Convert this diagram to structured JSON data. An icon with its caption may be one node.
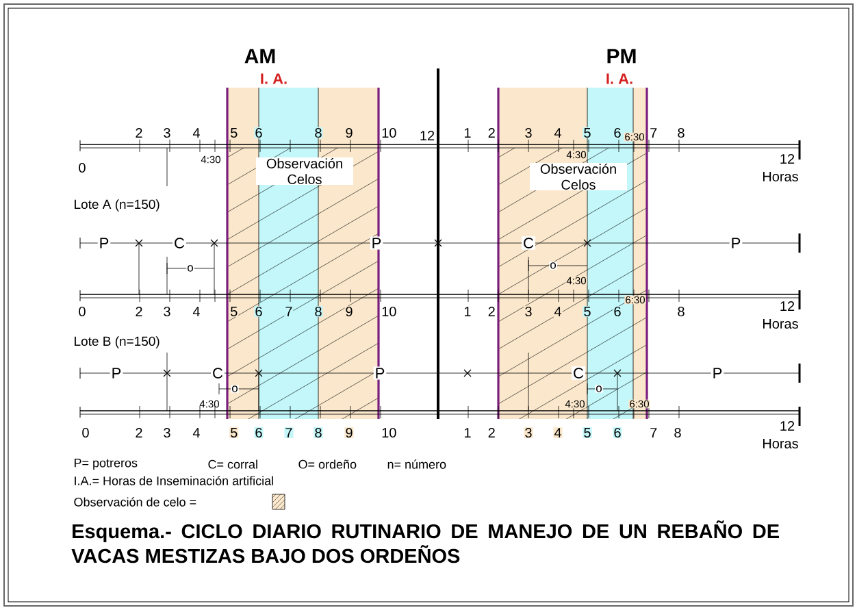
{
  "diagram": {
    "caption": "Esquema.- CICLO DIARIO RUTINARIO DE MANEJO DE UN REBAÑO DE VACAS MESTIZAS BAJO DOS ORDEÑOS",
    "labels": [
      "AM",
      "PM",
      "I. A.",
      "I. A.",
      "2",
      "3",
      "4",
      "5",
      "6",
      "8",
      "9",
      "10",
      "12",
      "1",
      "2",
      "3",
      "4",
      "5",
      "6",
      "6:30",
      "7",
      "8",
      "0",
      "4:30",
      "Observación Celos",
      "4:30",
      "Observación Celos",
      "12",
      "Horas",
      "Lote A (n=150)",
      "P",
      "C",
      "P",
      "C",
      "P",
      "o",
      "o",
      "4:30",
      "0",
      "2",
      "3",
      "4",
      "5",
      "6",
      "7",
      "8",
      "9",
      "10",
      "1",
      "2",
      "3",
      "4",
      "5",
      "6",
      "6:30",
      "8",
      "12",
      "Horas",
      "Lote B (n=150)",
      "P",
      "C",
      "P",
      "C",
      "P",
      "o",
      "o",
      "4:30",
      "4:30",
      "6:30",
      "0",
      "2",
      "3",
      "4",
      "5",
      "6",
      "7",
      "8",
      "9",
      "10",
      "1",
      "2",
      "3",
      "4",
      "5",
      "6",
      "7",
      "8",
      "12",
      "Horas",
      "P= potreros",
      "C= corral",
      "O= ordeño",
      "n= número",
      "I.A.= Horas de Inseminación artificial"
    ],
    "legend": [
      {
        "text": "Observación de celo ="
      }
    ]
  }
}
